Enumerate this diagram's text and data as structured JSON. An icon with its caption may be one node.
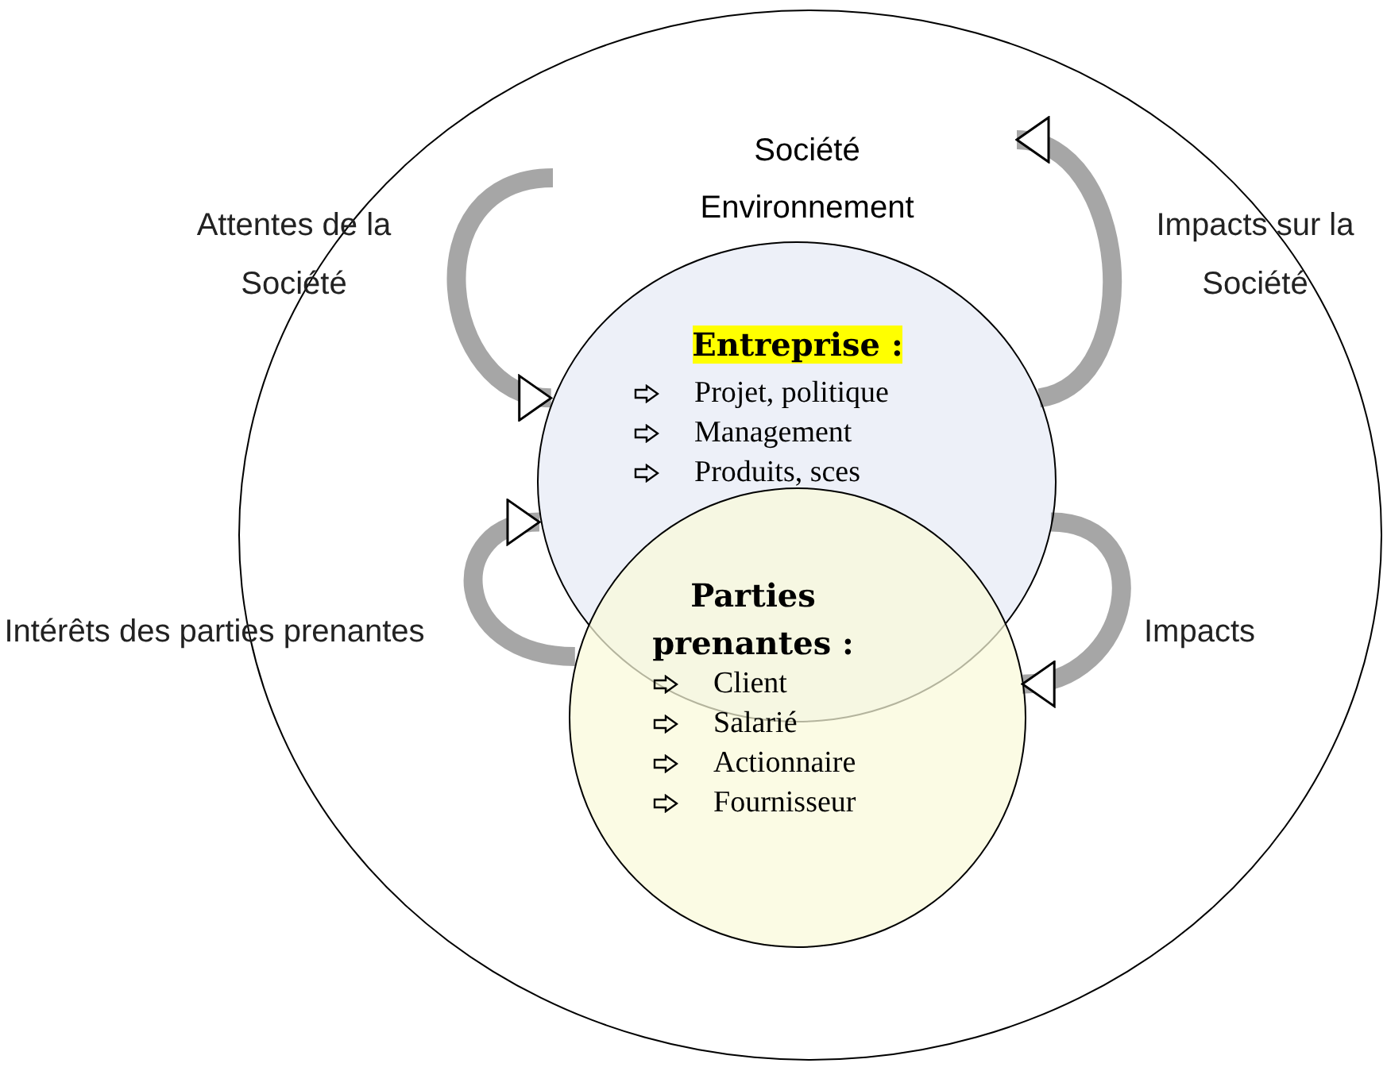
{
  "diagram": {
    "nodes": [
      {
        "text": [
          "Société Environnement"
        ]
      },
      {
        "text": [
          "Entreprise :",
          "Projet, politique",
          "Management",
          "Produits, sces"
        ],
        "in": 0
      },
      {
        "text": [
          "Parties prenantes :",
          "Client",
          "Salarié",
          "Actionnaire",
          "Fournisseur"
        ],
        "in": 0
      }
    ],
    "edges": [
      {
        "from": null,
        "to": 1,
        "arrow": "to",
        "label": "Attentes de la Société"
      },
      {
        "from": 1,
        "to": null,
        "arrow": "to",
        "label": "Impacts sur la Société"
      },
      {
        "from": 2,
        "to": 1,
        "arrow": "to",
        "label": "Intérêts des parties prenantes"
      },
      {
        "from": 1,
        "to": 2,
        "arrow": "to",
        "label": "Impacts"
      }
    ]
  }
}
